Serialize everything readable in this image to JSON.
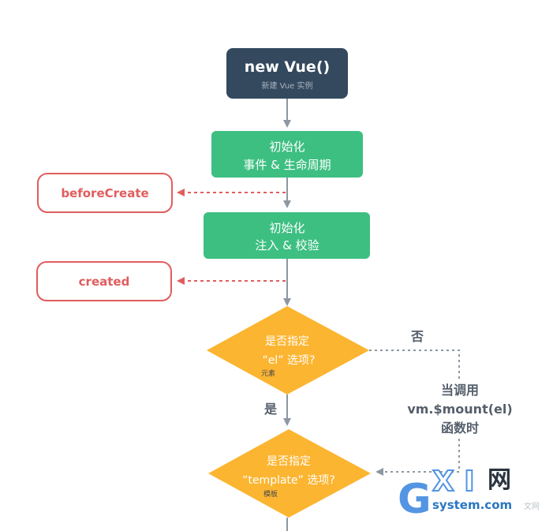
{
  "new_vue": {
    "title": "new Vue()",
    "subtitle": "新建 Vue 实例"
  },
  "init_events": {
    "line1": "初始化",
    "line2": "事件 & 生命周期"
  },
  "before_create": {
    "label": "beforeCreate"
  },
  "init_injections": {
    "line1": "初始化",
    "line2": "注入 & 校验"
  },
  "created": {
    "label": "created"
  },
  "el_decision": {
    "line1": "是否指定",
    "line2": "“el” 选项?",
    "note": "元素"
  },
  "template_decision": {
    "line1": "是否指定",
    "line2": "“template” 选项?",
    "note": "模板"
  },
  "branches": {
    "no": "否",
    "yes": "是"
  },
  "mount_call": {
    "line1": "当调用",
    "line2": "vm.$mount(el)",
    "line3": "函数时"
  },
  "watermark": {
    "g": "G",
    "xi": "X I",
    "wang": "网",
    "site": "system.com",
    "cn": "文网"
  },
  "colors": {
    "dark_node": "#34495e",
    "green_node": "#3dbf82",
    "hook_red": "#e05d5e",
    "decision_yellow": "#fcb531",
    "connector_gray": "#8c97a2"
  }
}
